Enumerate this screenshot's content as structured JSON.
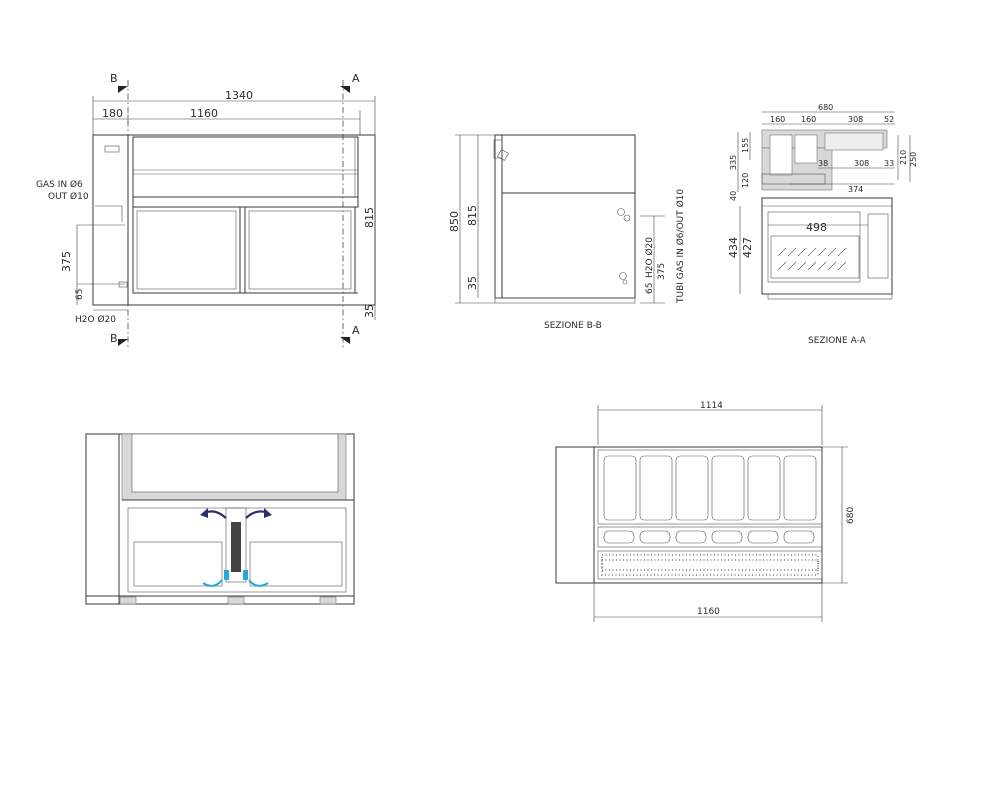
{
  "front_view": {
    "section_marks": {
      "b_top": "B",
      "b_bottom": "B",
      "a_top": "A",
      "a_bottom": "A"
    },
    "dim_total_width": "1340",
    "dim_left": "180",
    "dim_center": "1160",
    "dim_height": "815",
    "dim_base": "35",
    "dim_h2o_height": "375",
    "dim_gas_height": "65",
    "label_gas_line1": "GAS IN Ø6",
    "label_gas_line2": "OUT Ø10",
    "label_h2o": "H2O Ø20"
  },
  "section_bb": {
    "title": "SEZIONE B-B",
    "dim_850": "850",
    "dim_815": "815",
    "dim_35": "35",
    "dim_65": "65",
    "dim_375": "375",
    "label_h2o": "H2O Ø20",
    "label_tubi": "TUBI GAS IN Ø6/OUT Ø10"
  },
  "section_aa": {
    "title": "SEZIONE A-A",
    "dim_680": "680",
    "dim_160a": "160",
    "dim_160b": "160",
    "dim_308_top": "308",
    "dim_52": "52",
    "dim_155": "155",
    "dim_335": "335",
    "dim_120": "120",
    "dim_40": "40",
    "dim_38": "38",
    "dim_308_mid": "308",
    "dim_33": "33",
    "dim_210": "210",
    "dim_250": "250",
    "dim_374": "374",
    "dim_498": "498",
    "dim_434": "434",
    "dim_427": "427"
  },
  "top_view": {
    "dim_1114": "1114",
    "dim_680": "680",
    "dim_1160": "1160"
  },
  "colors": {
    "line": "#3a3a3a",
    "airflow_arrow": "#2b2f6b",
    "fan": "#27a6d9",
    "fill_gray": "#d8d8d8"
  }
}
